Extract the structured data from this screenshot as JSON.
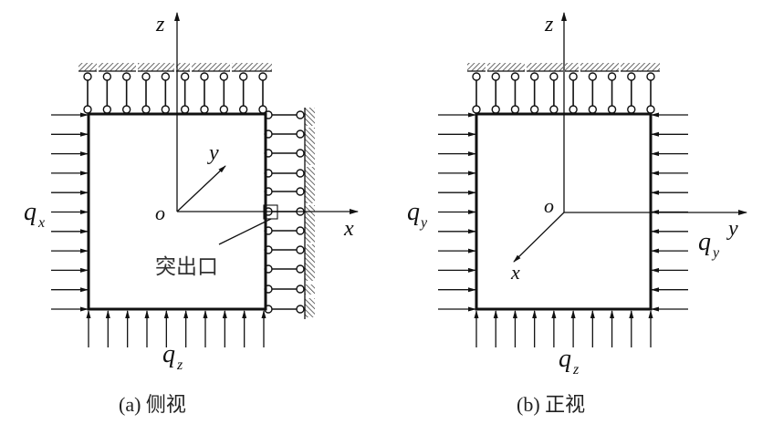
{
  "figure": {
    "panels": [
      {
        "id": "a",
        "caption": "(a)  侧视",
        "axes": {
          "vertical": "z",
          "horizontal": "x",
          "depth": "y",
          "origin": "o"
        },
        "loads": {
          "left": "q",
          "left_sub": "x",
          "bottom": "q",
          "bottom_sub": "z"
        },
        "annotation": "突出口",
        "supports": {
          "top_link_count": 10,
          "right_link_count": 11
        },
        "load_arrows": {
          "left_count": 11,
          "bottom_count": 10
        }
      },
      {
        "id": "b",
        "caption": "(b)  正视",
        "axes": {
          "vertical": "z",
          "horizontal": "y",
          "depth": "x",
          "origin": "o"
        },
        "loads": {
          "left": "q",
          "left_sub": "y",
          "right": "q",
          "right_sub": "y",
          "bottom": "q",
          "bottom_sub": "z"
        },
        "supports": {
          "top_link_count": 10
        },
        "load_arrows": {
          "left_count": 11,
          "right_count": 11,
          "bottom_count": 10
        }
      }
    ]
  },
  "colors": {
    "ink": "#111111",
    "hatch": "#444444",
    "background": "#ffffff"
  }
}
